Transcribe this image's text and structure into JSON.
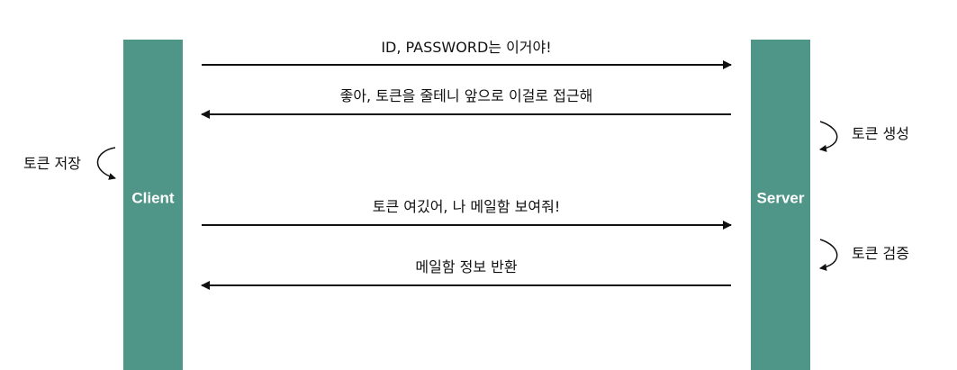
{
  "colors": {
    "lane_fill": "#4f9689",
    "lane_text": "#ffffff",
    "arrow": "#111111"
  },
  "lanes": {
    "client": "Client",
    "server": "Server"
  },
  "messages": [
    {
      "text": "ID, PASSWORD는 이거야!",
      "direction": "client-to-server"
    },
    {
      "text": "좋아, 토큰을 줄테니 앞으로 이걸로 접근해",
      "direction": "server-to-client"
    },
    {
      "text": "토큰 여깄어, 나 메일함 보여줘!",
      "direction": "client-to-server"
    },
    {
      "text": "메일함 정보 반환",
      "direction": "server-to-client"
    }
  ],
  "notes": {
    "client_save": "토큰 저장",
    "server_create": "토큰 생성",
    "server_verify": "토큰 검증"
  }
}
